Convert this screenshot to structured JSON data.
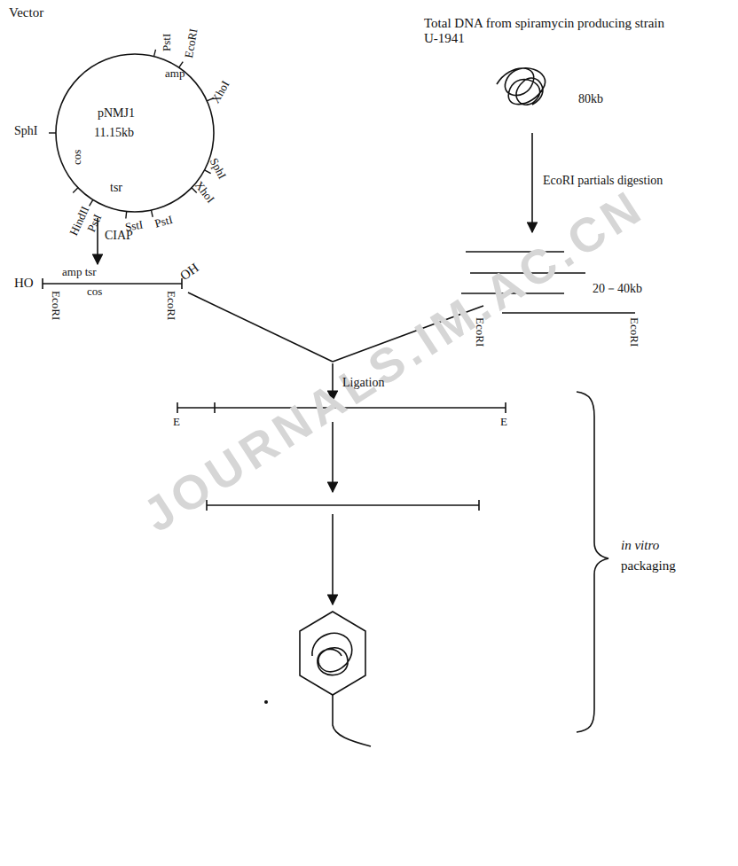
{
  "diagram": {
    "nodes": [
      {
        "text": [
          "pNMJ1",
          "11.15kb"
        ]
      }
    ],
    "labels": [
      "Vector",
      "PstI",
      "EcoRI",
      "amp",
      "XhoI",
      "SphI",
      "cos",
      "tsr",
      "HindII",
      "PstI",
      "SstI",
      "PstI",
      "SphI",
      "XhoI",
      "Total DNA from spiramycin producing strain U-1941",
      "80kb",
      "EcoRI partials digestion",
      "20－40kb",
      "CIAP",
      "HO",
      "amp tsr",
      "OH",
      "cos",
      "EcoRI",
      "EcoRI",
      "EcoRI",
      "EcoRI",
      "Ligation",
      "E",
      "E",
      "in vitro",
      "packaging",
      "JOURNALS.IM.AC.CN"
    ]
  }
}
